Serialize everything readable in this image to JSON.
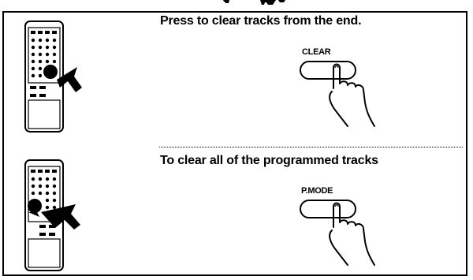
{
  "steps": [
    {
      "instruction": "Press to clear tracks from the end.",
      "button_label": "CLEAR"
    },
    {
      "instruction": "To clear all of the programmed tracks",
      "button_label": "P.MODE"
    }
  ],
  "icons": [
    "remote-control-icon",
    "pointing-arrow-icon",
    "finger-press-icon"
  ]
}
